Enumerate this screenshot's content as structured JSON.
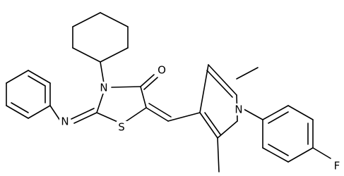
{
  "molecule": {
    "atom_labels": {
      "ring_nitrogen": "N",
      "imine_nitrogen": "N",
      "sulfur": "S",
      "carbonyl_oxygen": "O",
      "pyrrole_nitrogen": "N",
      "fluorine": "F"
    }
  }
}
